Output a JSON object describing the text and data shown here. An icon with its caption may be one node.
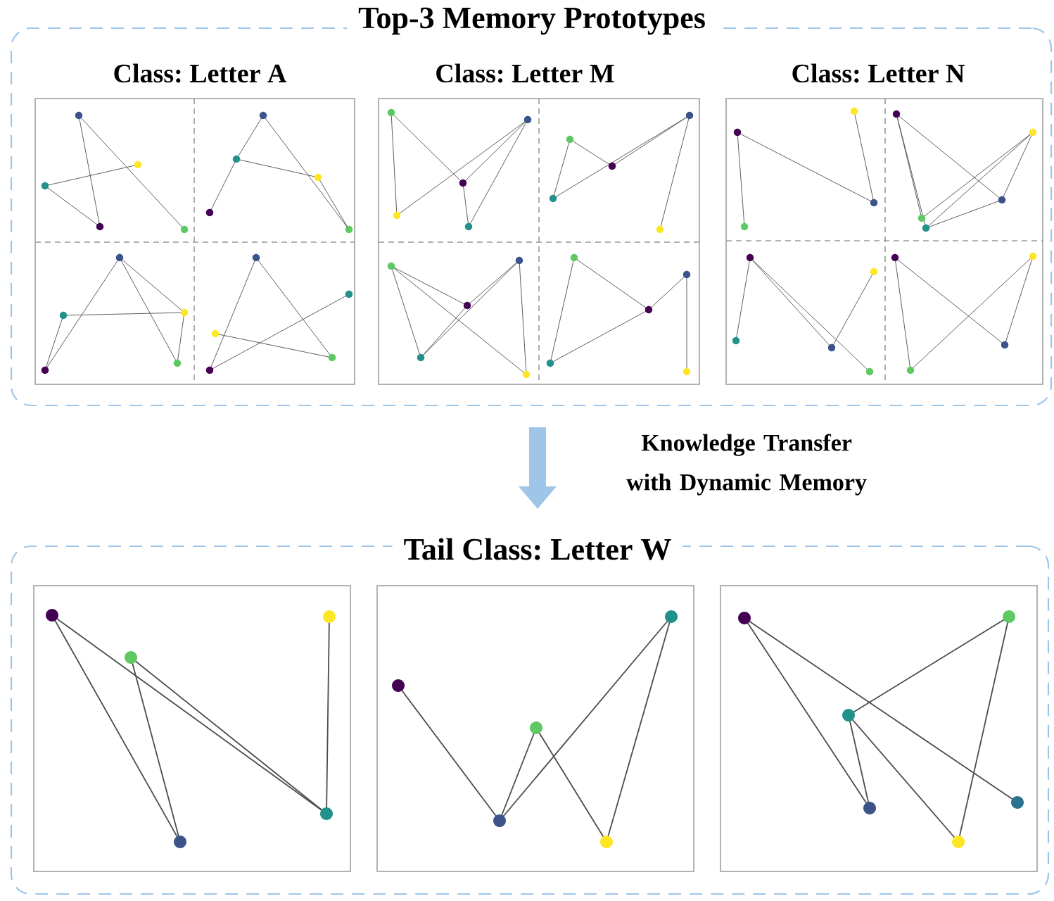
{
  "diagram": {
    "nodes": [
      {
        "text": [
          "Top-3 Memory Prototypes"
        ]
      },
      {
        "text": [
          "Class: Letter A"
        ],
        "in": 0
      },
      {
        "text": [
          "Class: Letter M"
        ],
        "in": 0
      },
      {
        "text": [
          "Class: Letter N"
        ],
        "in": 0
      },
      {
        "text": [
          "Tail Class: Letter W"
        ]
      },
      {
        "text": [],
        "shape": "picture",
        "in": 4
      },
      {
        "text": [],
        "shape": "picture",
        "in": 4
      },
      {
        "text": [],
        "shape": "picture",
        "in": 4
      }
    ],
    "edges": [
      {
        "from": 0,
        "to": 4,
        "arrow": "to",
        "label": "Knowledge Transfer with Dynamic Memory",
        "color": "#9fc5e8"
      }
    ]
  }
}
